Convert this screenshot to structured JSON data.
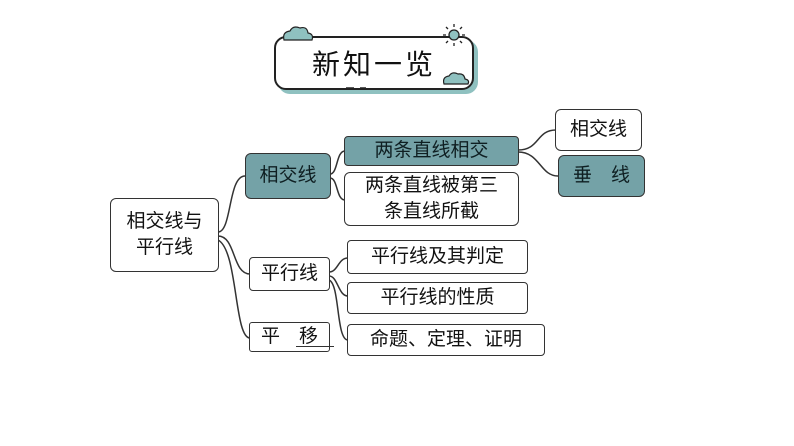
{
  "title": "新知一览",
  "root": {
    "label_line1": "相交线与",
    "label_line2": "平行线"
  },
  "branches": {
    "intersect": {
      "label": "相交线",
      "children": [
        {
          "label": "两条直线相交",
          "children": [
            "相交线",
            "垂　线"
          ]
        },
        {
          "label_line1": "两条直线被第三",
          "label_line2": "条直线所截"
        }
      ]
    },
    "parallel": {
      "label": "平行线",
      "children": [
        "平行线及其判定",
        "平行线的性质",
        "命题、定理、证明"
      ]
    },
    "translation": {
      "label": "平　移"
    }
  },
  "colors": {
    "highlight": "#74a2a7",
    "shadow": "#8fc1c0",
    "line": "#333333"
  },
  "icons": {
    "cloud": "cloud-icon",
    "sun": "sun-icon"
  }
}
